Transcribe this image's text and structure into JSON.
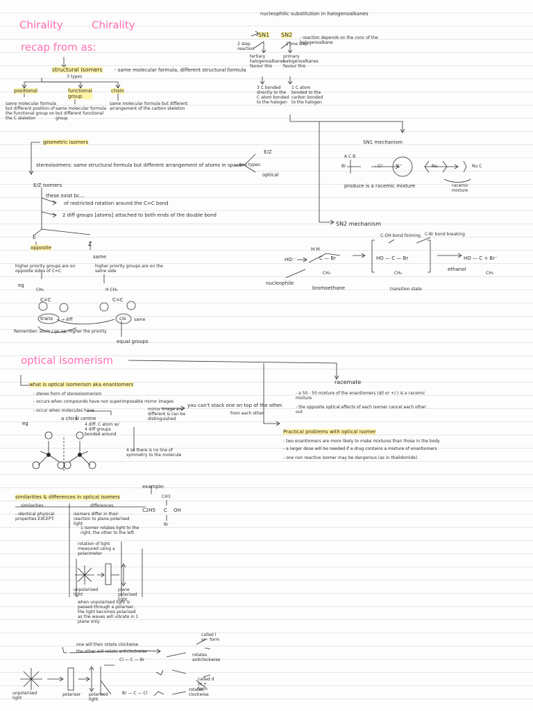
{
  "colors": {
    "heading": "#ff6fb0",
    "highlight": "#fff4a8",
    "ink": "#2b2b2b",
    "paper": "#fdfdfd",
    "rule": "#e6e6ea"
  },
  "titles": {
    "chirality_1": "Chirality",
    "chirality_2": "Chirality",
    "recap": "recap from as:",
    "optical": "optical isomerism"
  },
  "structural": {
    "heading": "structural isomers",
    "def": "- same molecular formula, different structural formula",
    "types": "3 types",
    "positional": "positional",
    "positional_desc": "same molecular formula but different position of the functional group on the C skeleton",
    "functional": "functional group",
    "functional_desc": "same molecular formula but different functional group",
    "chain": "chain",
    "chain_desc": "same molecular formula but different arrangement of the carbon skeleton"
  },
  "geometric": {
    "heading": "geometric isomers",
    "stereo": "stereoisomers: same structural formula but different arrangement of atoms in space",
    "two_types": "two types:",
    "ez": "E/Z",
    "optical": "optical",
    "ez_isomers": "E/Z isomers",
    "exist": "these exist bc...",
    "restricted": "of restricted rotation around the C=C bond",
    "two_diff": "2 diff groups [atoms] attached to both ends of the double bond",
    "e": "E",
    "e_word": "opposite",
    "z": "Z",
    "z_word": "same",
    "e_desc": "higher priority groups are on opposite sides of C=C",
    "z_desc": "higher priority groups are on the same side",
    "eg": "eg",
    "trans": "trans",
    "trans_diff": "→ diff",
    "cis": "cis",
    "cis_same": "same",
    "remember": "Remember: atom / go up, higher the priority",
    "equal": "equal groups"
  },
  "sn": {
    "title": "nucleophilic substitution in halogenoalkanes",
    "sn1": "SN1",
    "sn2": "SN2",
    "two_step": "2 step reaction",
    "one_step": "1 one step",
    "rate": "- reaction depends on the conc of the halogenoalkane",
    "tertiary": "tertiary halogenoalkanes favour this",
    "primary": "primary halogenoalkanes favour this",
    "tert_c": "3 C bonded directly to the C atom bonded to the halogen",
    "prim_c": "1 C atom bonded to the carbon bonded to the halogen",
    "sn1_mech": "SN1 mechanism",
    "racemic_line": "produce is a racemic mixture",
    "racemic_word": "racemic mixture",
    "sn2_mech": "SN2 mechanism",
    "c_oh": "C-OH bond forming",
    "c_br": "C-Br bond breaking",
    "nucleophile": "nucleophile",
    "bromo": "bromoethane",
    "transition": "transition state",
    "ethanol": "ethanol"
  },
  "optical_section": {
    "what": "what is optical isomerism aka enantiomers",
    "b1": "- stereo form of stereoisomerism",
    "b2": "- occurs when compounds have non superimposable mirror images",
    "b3": "- occur when molecules have",
    "chiral": "a chiral centre",
    "diff_c": "4 diff. C atom w/ 4 diff groups bonded around",
    "symmetry": "4 so there is no line of symmetry to the molecule",
    "mirror": "mirror image are different & can be distinguished",
    "stack": "you can't stack one on top of the other.",
    "each": "from each other",
    "eg": "eg",
    "example": "example:",
    "formula_c2h5": "C2H5",
    "formula_c": "C",
    "formula_oh": "OH",
    "formula_ch3": "CH3",
    "formula_br": "Br",
    "racemate": "racemate",
    "racemate_1": "- a 50 - 50 mixture of the enantiomers (d/l or +/-) is a racemic mixture",
    "racemate_2": "- the opposite optical effects of each isomer cancel each other out",
    "practical": "Practical problems with optical isomer",
    "p1": "- two enantiomers are more likely to make mixtures than those in the body",
    "p2": "- a larger dose will be needed if a drug contains a mixture of enantiomers",
    "p3": "- one non reactive isomer may be dangerous (as in thalidomide)"
  },
  "simdiff": {
    "heading": "similarities & differences in optical isomers",
    "col1": "similarities",
    "col2": "differences",
    "sim": "- identical physical properties EXCEPT:",
    "d1": "isomers differ in their reaction to plane polarised light",
    "d2": "1 isomer rotates light to the right, the other to the left.",
    "d3": "rotation of light measured using a polarimeter",
    "unpolarised": "unpolarised light",
    "polarised": "plane polarised light",
    "when": "when unpolarised light is passed through a polariser, the light becomes polarised as the waves will vibrate in 1 plane only.",
    "one_rotates": "one will then rotate clockwise",
    "other_rotates": "the other will rotate anticlockwise",
    "rotates_anti": "rotates anticlockwise",
    "rotates_clock": "rotates clockwise",
    "called_l": "called l or - form",
    "called_d": "called d or + form",
    "bottom_unpol": "unpolarised light",
    "bottom_polariser": "polariser",
    "bottom_pol": "polarised light"
  }
}
